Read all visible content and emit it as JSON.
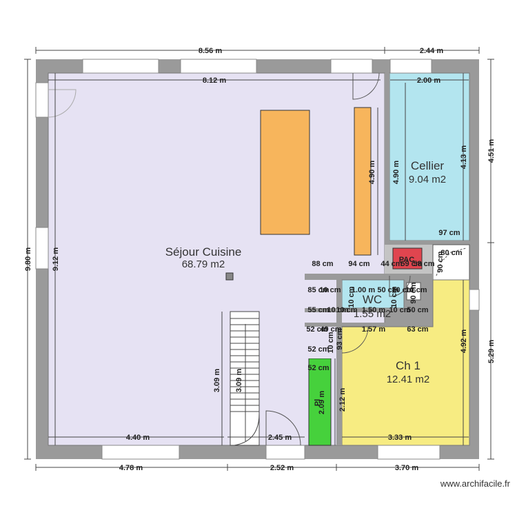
{
  "rooms": {
    "sejour": {
      "name": "Séjour Cuisine",
      "area": "68.79 m2"
    },
    "cellier": {
      "name": "Cellier",
      "area": "9.04 m2"
    },
    "wc": {
      "name": "WC",
      "area": "1.55 m2"
    },
    "ch1": {
      "name": "Ch 1",
      "area": "12.41 m2"
    },
    "pac": {
      "name": "PAC"
    },
    "placard": {
      "name": "Pl"
    }
  },
  "dimensions": {
    "top_outer_left": "8.56 m",
    "top_outer_right": "2.44 m",
    "top_inner_left": "8.12 m",
    "top_inner_right": "2.00 m",
    "left_outer": "9.80 m",
    "left_inner": "9.12 m",
    "right_outer_top": "4.51 m",
    "right_inner_top": "4.13 m",
    "right_outer_bottom": "5.29 m",
    "right_inner_bottom": "4.92 m",
    "bottom_outer_1": "4.78 m",
    "bottom_outer_2": "2.52 m",
    "bottom_outer_3": "3.70 m",
    "bottom_inner_1": "4.40 m",
    "bottom_inner_2": "2.45 m",
    "bottom_inner_3": "3.33 m",
    "island_height": "4.90 m",
    "cellier_wall": "4.90 m",
    "stairs_outer": "3.09 m",
    "stairs_inner": "3.09 m",
    "ch1_left": "2.12 m",
    "placard_height": "2.09 m",
    "d_97cm": "97 cm",
    "d_80cm": "80 cm",
    "d_90cm": "90 cm",
    "d_88cm": "88 cm",
    "d_94cm": "94 cm",
    "d_44cm": "44 cm",
    "d_59cm": "59 cm",
    "d_58cm": "58 cm",
    "d_85cm": "85 cm",
    "d_100cm_a": "1.00 m",
    "d_50cm_a": "50 cm",
    "d_55cm": "55 cm",
    "d_150cm": "1.50 m",
    "d_52cm_a": "52 cm",
    "d_49cm": "49 cm",
    "d_157cm": "1.57 m",
    "d_63cm": "63 cm",
    "d_52cm_b": "52 cm",
    "d_52cm_c": "52 cm",
    "d_93cm": "93 cm",
    "d_10cm_a": "10 cm",
    "d_10cm_b": "10 cm",
    "d_10cm_c": "10 cm",
    "d_90cm_b": "90 cm",
    "d_10cm_d": "10 cm",
    "d_10cm_e": "10 cm",
    "d_10cm_f": "10 cm",
    "d_50cm_b": "50 cm",
    "d_10cm_g": "10 cm",
    "d_10cm_h": "10 cm",
    "d_10cm_i": "10 cm"
  },
  "watermark": "www.archifacile.fr",
  "colors": {
    "wall": "#9a9a9a",
    "sejour": "#e6e2f3",
    "cellier": "#b3e5ef",
    "ch1": "#f7ec82",
    "furniture": "#f7b55c",
    "pac": "#e0454f",
    "placard": "#46d13c"
  }
}
